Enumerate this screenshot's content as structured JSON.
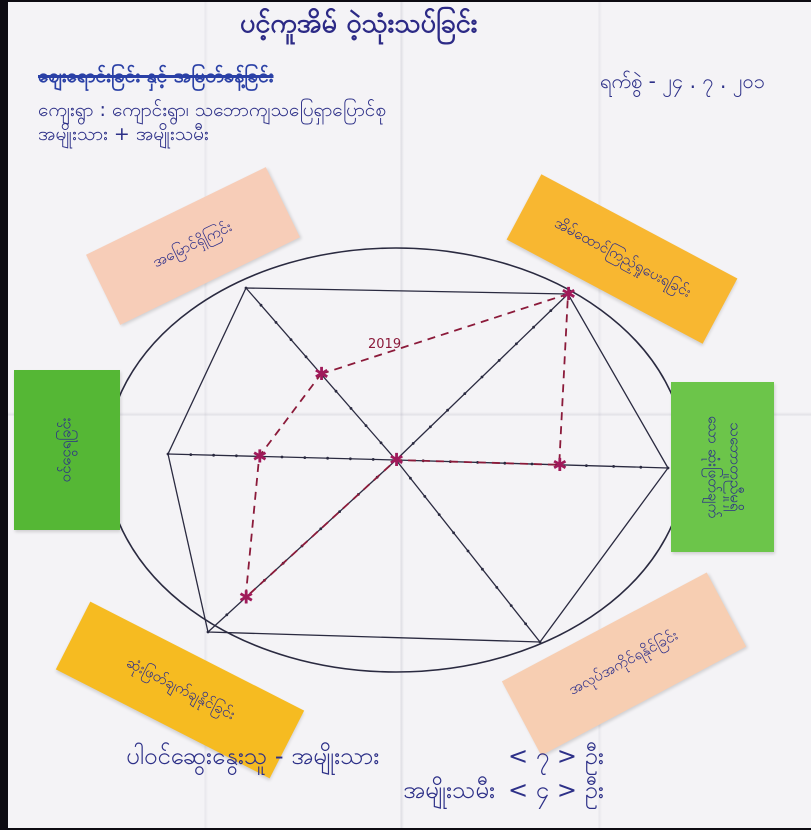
{
  "header": {
    "title": "ပင့်ကူအိမ် ဝဲ့သုံးသပ်ခြင်း",
    "struck_line": "ဈေးရောင်းခြင်း နှင့် အမြတ်ခန့်ခြင်း",
    "date": "ရက်စွဲ - ၂၄ . ၇ . ၂၀၁",
    "village": "ကျေးရွာ : ကျောင်းရွာ၊ သဘောကျသပြေရှာပြောင်စု",
    "gender": "အမျိုးသား + အမျိုးသမီး"
  },
  "notes": {
    "top_left": "အမြောင်ရှိကြင်း",
    "top_right": "အိမ်ထောင်ကြည့်ရှုပေးရခြင်း",
    "left": "ဝင်ငွေရခြင်း",
    "right": "သဘောတူညီမှုရှိသော ဆုံးဖြတ်ချက်",
    "bottom_left": "ဆုံးဖြတ်ချက်ချနိုင်ခြင်း",
    "bottom_right": "အလုပ်အကိုင်ရနိုင်ခြင်း"
  },
  "footer": {
    "participants_label": "ပါဝင်ဆွေးနွေးသူ - အမျိုးသား",
    "men_label": "အမျိုးသား",
    "men_count": "< ၇ > ဦး",
    "women_label": "အမျိုးသမီး",
    "women_count": "< ၄ > ဦး"
  },
  "chart_data": {
    "type": "radar",
    "axes": [
      "top_left",
      "top_right",
      "right",
      "bottom_right",
      "bottom_left",
      "left"
    ],
    "scale": [
      0,
      10
    ],
    "series": [
      {
        "name": "2019",
        "values": [
          5,
          10,
          6,
          0,
          8,
          6
        ]
      }
    ],
    "annotation": "2019",
    "colors": {
      "web": "#2a2a40",
      "series": "#8b1a3a",
      "star": "#a01a5a"
    }
  }
}
